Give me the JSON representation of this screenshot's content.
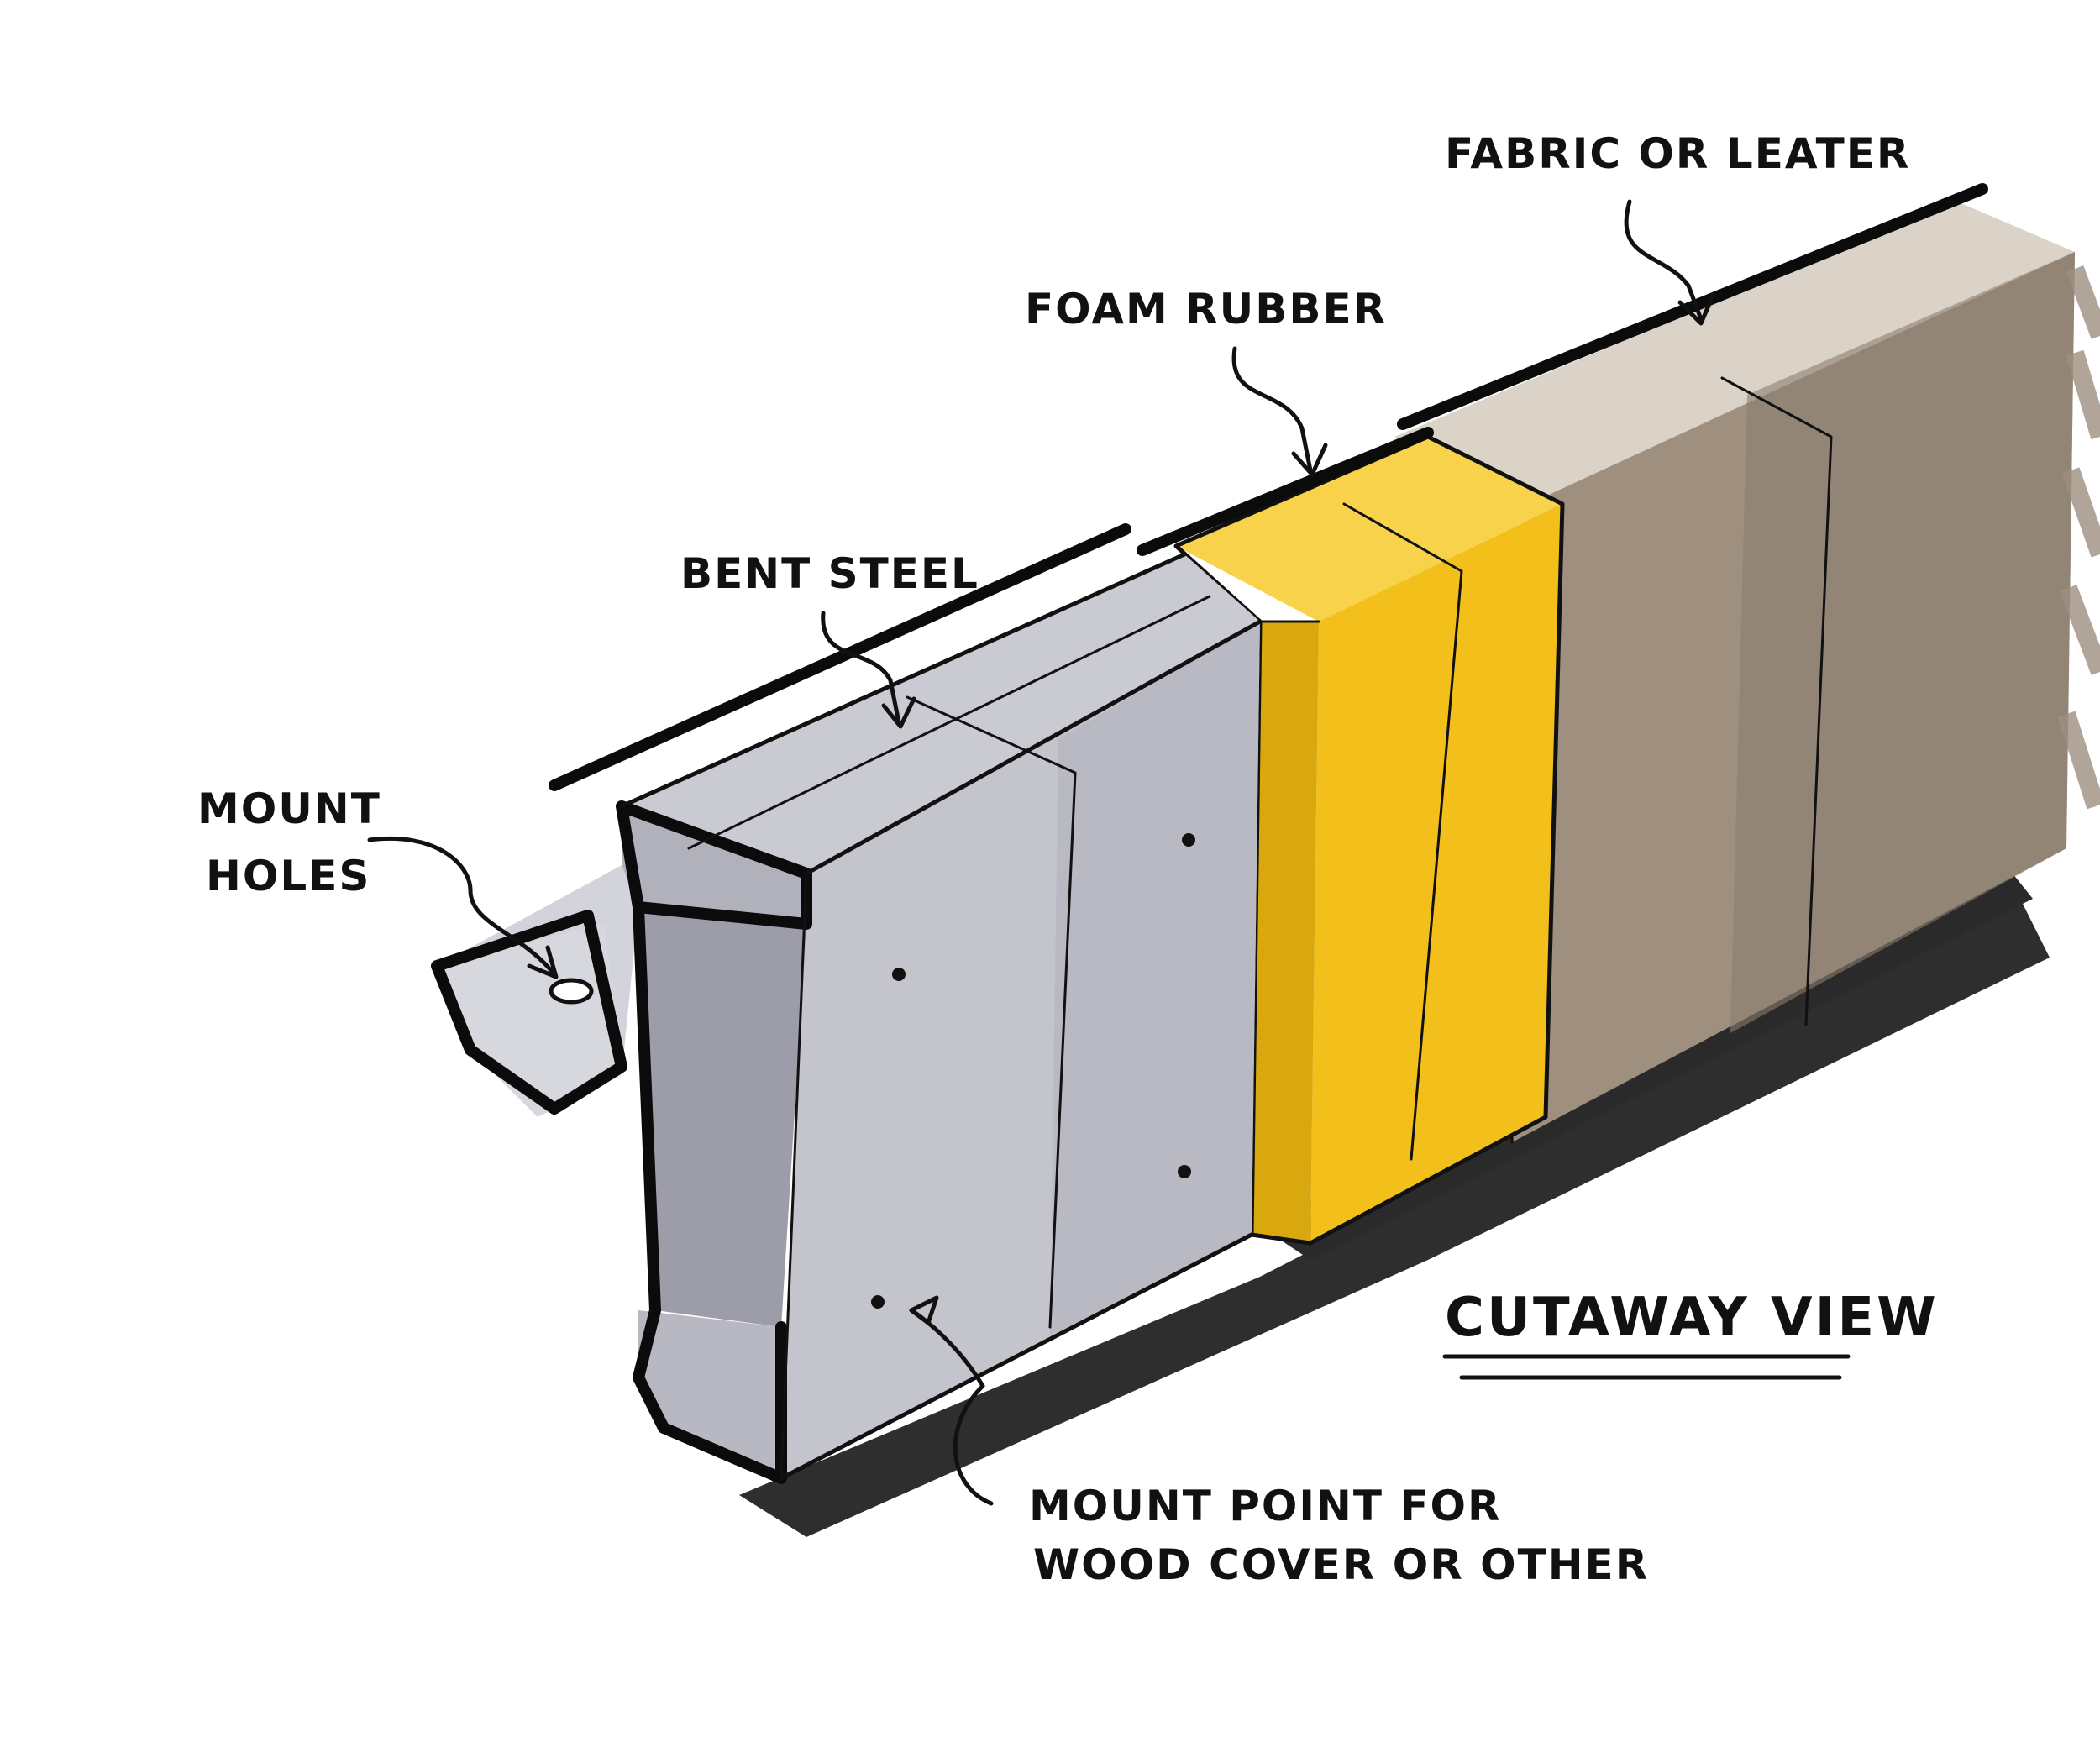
{
  "colors": {
    "steel": "#c7c8d0",
    "steel_dark": "#a9aab4",
    "steel_shadow": "#8d8e98",
    "foam": "#f3c21c",
    "foam_dark": "#d9a70e",
    "fabric": "#9b8c7c",
    "fabric_light": "#b7a999",
    "ink": "#111111",
    "shadow": "#1a1a1a"
  },
  "labels": {
    "fabric": "FABRIC OR LEATER",
    "foam": "FOAM RUBBER",
    "steel": "BENT STEEL",
    "holes_line1": "MOUNT",
    "holes_line2": "HOLES",
    "mount_point_line1": "MOUNT POINT FOR",
    "mount_point_line2": "WOOD COVER OR OTHER",
    "view_title": "CUTAWAY VIEW"
  }
}
